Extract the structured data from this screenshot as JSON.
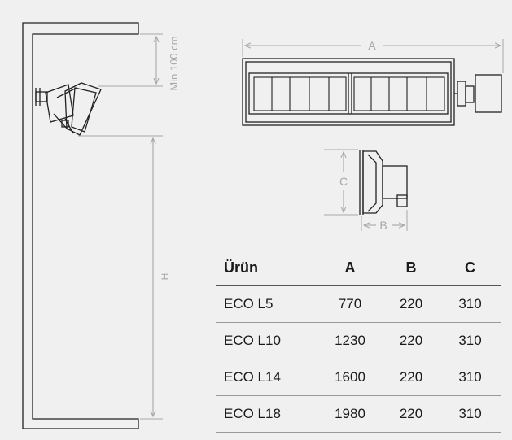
{
  "dimensions": {
    "min_clearance": "Min 100 cm",
    "height": "H",
    "width_a": "A",
    "depth_b": "B",
    "height_c": "C"
  },
  "table": {
    "headers": [
      "Ürün",
      "A",
      "B",
      "C"
    ],
    "rows": [
      [
        "ECO L5",
        "770",
        "220",
        "310"
      ],
      [
        "ECO L10",
        "1230",
        "220",
        "310"
      ],
      [
        "ECO L14",
        "1600",
        "220",
        "310"
      ],
      [
        "ECO L18",
        "1980",
        "220",
        "310"
      ]
    ]
  },
  "colors": {
    "background": "#f0f0f0",
    "line": "#222222",
    "dimension": "#a8a8a8",
    "text": "#1a1a1a"
  }
}
